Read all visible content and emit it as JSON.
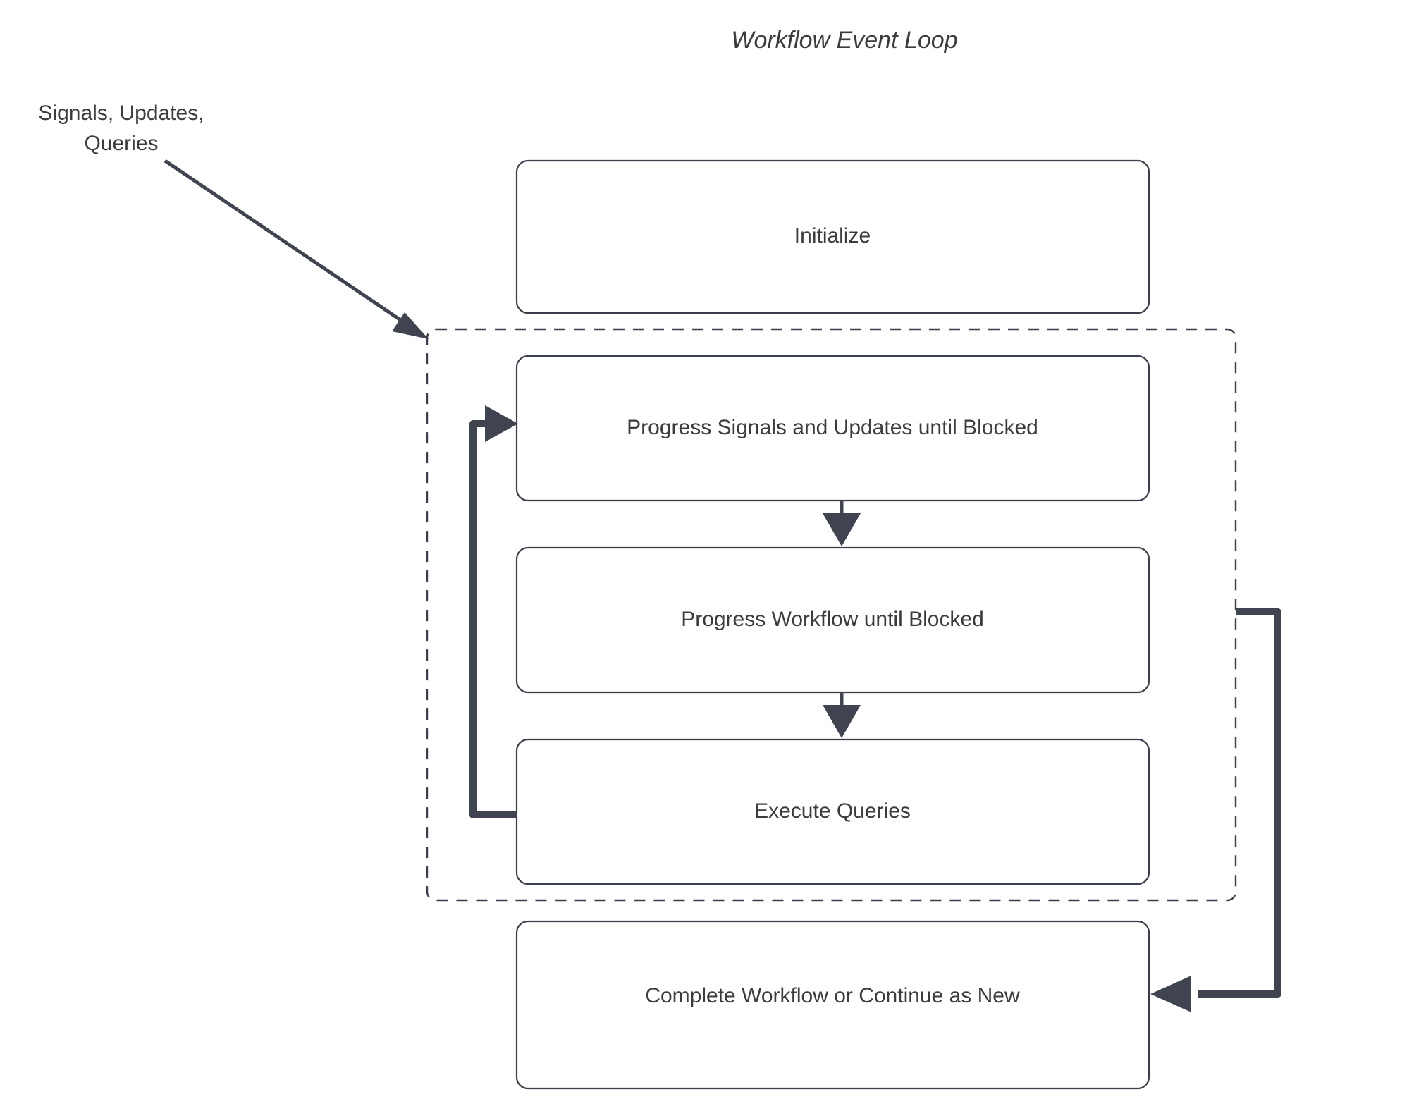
{
  "diagram": {
    "title": "Workflow Event Loop",
    "type": "flowchart",
    "external_input_label_line1": "Signals, Updates,",
    "external_input_label_line2": "Queries",
    "nodes": [
      {
        "id": "initialize",
        "label": "Initialize"
      },
      {
        "id": "progress-signals",
        "label": "Progress Signals and Updates until Blocked"
      },
      {
        "id": "progress-workflow",
        "label": "Progress Workflow until Blocked"
      },
      {
        "id": "execute-queries",
        "label": "Execute Queries"
      },
      {
        "id": "complete-workflow",
        "label": "Complete Workflow or Continue as New"
      }
    ],
    "loop_group": {
      "id": "event-loop-group",
      "style": "dashed",
      "contains": [
        "progress-signals",
        "progress-workflow",
        "execute-queries"
      ]
    },
    "edges": [
      {
        "from": "external-input",
        "to": "event-loop-group",
        "style": "solid-diagonal"
      },
      {
        "from": "progress-signals",
        "to": "progress-workflow",
        "style": "solid-down"
      },
      {
        "from": "progress-workflow",
        "to": "execute-queries",
        "style": "solid-down"
      },
      {
        "from": "execute-queries",
        "to": "progress-signals",
        "style": "loop-back-left"
      },
      {
        "from": "event-loop-group",
        "to": "complete-workflow",
        "style": "loop-right"
      }
    ],
    "colors": {
      "stroke": "#3a3f4b",
      "arrow": "#3f4450",
      "text": "#3c3c3c",
      "background": "#ffffff"
    }
  }
}
